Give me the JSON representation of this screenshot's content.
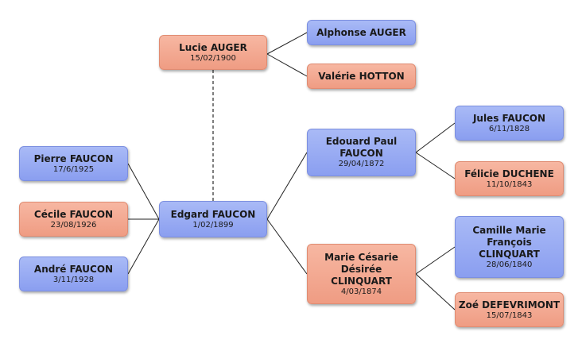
{
  "persons": {
    "lucie": {
      "name": "Lucie AUGER",
      "date": "15/02/1900",
      "gender": "female"
    },
    "alphonse": {
      "name": "Alphonse AUGER",
      "date": "",
      "gender": "male"
    },
    "valerie": {
      "name": "Valérie HOTTON",
      "date": "",
      "gender": "female"
    },
    "pierre": {
      "name": "Pierre FAUCON",
      "date": "17/6/1925",
      "gender": "male"
    },
    "cecile": {
      "name": "Cécile FAUCON",
      "date": "23/08/1926",
      "gender": "female"
    },
    "andre": {
      "name": "André FAUCON",
      "date": "3/11/1928",
      "gender": "male"
    },
    "edgard": {
      "name": "Edgard FAUCON",
      "date": "1/02/1899",
      "gender": "male"
    },
    "edouard": {
      "name": "Edouard Paul FAUCON",
      "date": "29/04/1872",
      "gender": "male"
    },
    "marie": {
      "name": "Marie Césarie Désirée CLINQUART",
      "date": "4/03/1874",
      "gender": "female"
    },
    "jules": {
      "name": "Jules FAUCON",
      "date": "6/11/1828",
      "gender": "male"
    },
    "felicie": {
      "name": "Félicie DUCHENE",
      "date": "11/10/1843",
      "gender": "female"
    },
    "camille": {
      "name": "Camille Marie François CLINQUART",
      "date": "28/06/1840",
      "gender": "male"
    },
    "zoe": {
      "name": "Zoé DEFEVRIMONT",
      "date": "15/07/1843",
      "gender": "female"
    }
  },
  "colors": {
    "male": "#8a9ef0",
    "female": "#ef9c83",
    "connector": "#222222",
    "spouse_link": "#555555"
  }
}
